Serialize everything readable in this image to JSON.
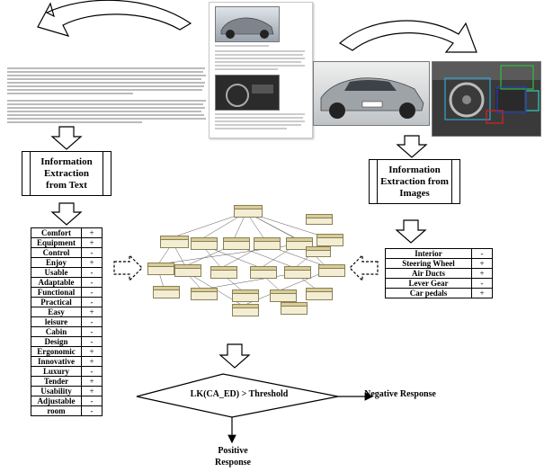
{
  "text_box_title": "Information Extraction from Text",
  "image_box_title": "Information Extraction from Images",
  "text_attributes": [
    {
      "name": "Comfort",
      "sign": "+"
    },
    {
      "name": "Equipment",
      "sign": "+"
    },
    {
      "name": "Control",
      "sign": "-"
    },
    {
      "name": "Enjoy",
      "sign": "+"
    },
    {
      "name": "Usable",
      "sign": "-"
    },
    {
      "name": "Adaptable",
      "sign": "-"
    },
    {
      "name": "Functional",
      "sign": "-"
    },
    {
      "name": "Practical",
      "sign": "-"
    },
    {
      "name": "Easy",
      "sign": "+"
    },
    {
      "name": "leisure",
      "sign": "-"
    },
    {
      "name": "Cabin",
      "sign": "-"
    },
    {
      "name": "Design",
      "sign": "-"
    },
    {
      "name": "Ergonomic",
      "sign": "+"
    },
    {
      "name": "Innovative",
      "sign": "+"
    },
    {
      "name": "Luxury",
      "sign": "-"
    },
    {
      "name": "Tender",
      "sign": "+"
    },
    {
      "name": "Usability",
      "sign": "+"
    },
    {
      "name": "Adjustable",
      "sign": "-"
    },
    {
      "name": "room",
      "sign": "-"
    }
  ],
  "image_attributes": [
    {
      "name": "Interior",
      "sign": "-"
    },
    {
      "name": "Steering Wheel",
      "sign": "+"
    },
    {
      "name": "Air Ducts",
      "sign": "+"
    },
    {
      "name": "Lever Gear",
      "sign": "-"
    },
    {
      "name": "Car pedals",
      "sign": "+"
    }
  ],
  "decision": {
    "condition": "LK(CA_ED) > Threshold",
    "negative": "Negative Response",
    "positive": "Positive Response"
  },
  "colors": {
    "network_node_fill": "#f3edd3",
    "network_node_border": "#8a7f55",
    "detection_boxes": [
      "#2fa7d8",
      "#2fbf3a",
      "#e02020",
      "#2fd0c0"
    ]
  }
}
